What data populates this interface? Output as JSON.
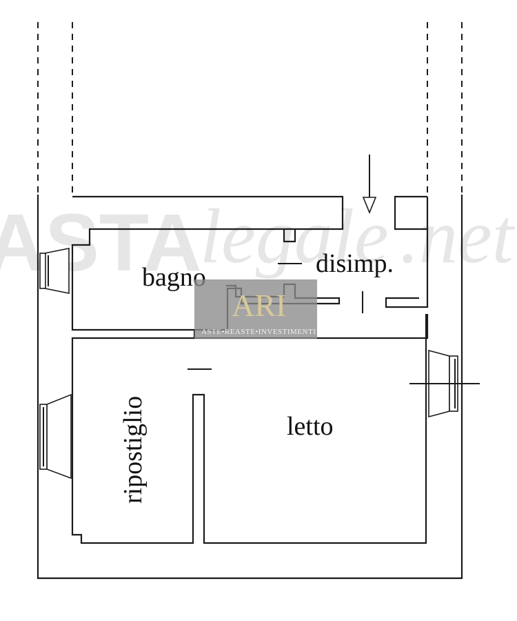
{
  "rooms": {
    "bagno": "bagno",
    "disimp": "disimp.",
    "ripostiglio": "ripostiglio",
    "letto": "letto"
  },
  "watermark": {
    "asta": "ASTA",
    "legale": "legale",
    "net": ".net",
    "logo_letters": "ARI",
    "logo_caption": "ASTE•REASTE•INVESTIMENTI"
  }
}
